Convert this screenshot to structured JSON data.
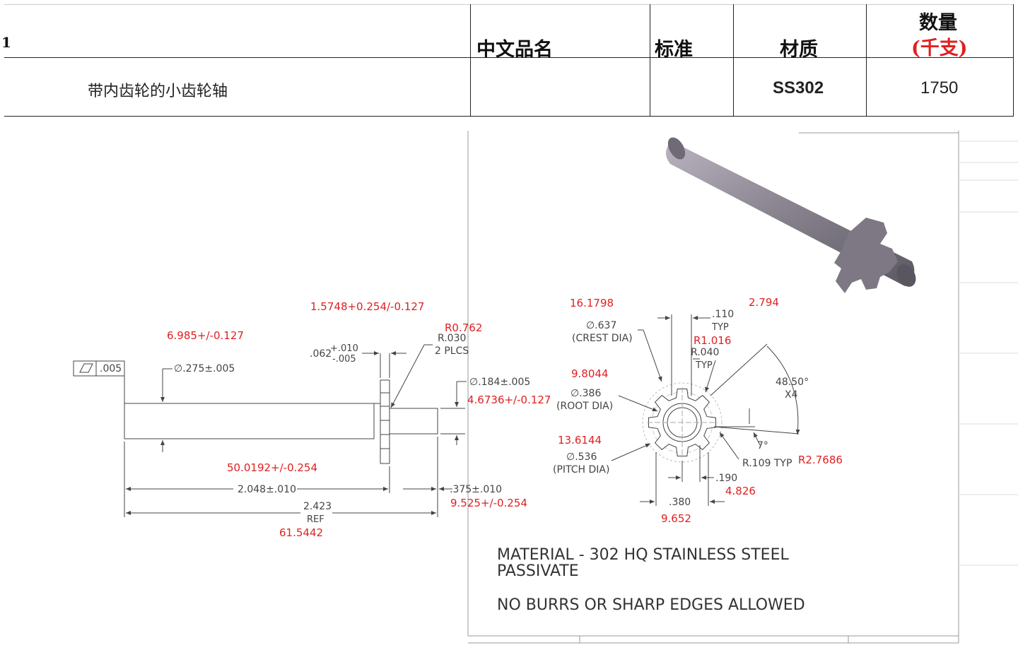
{
  "table": {
    "header": {
      "col1_fragment": "1",
      "cn_name": "中文品名",
      "standard": "标准",
      "material": "材质",
      "qty": "数量",
      "qty_unit": "(千支)"
    },
    "row": {
      "description": "带内齿轮的小齿轮轴",
      "cn_name": "",
      "standard": "",
      "material": "SS302",
      "qty": "1750"
    }
  },
  "drawing": {
    "flatness_value": ".005",
    "shaft_dia": "∅.275±.005",
    "collar_thk_main": ".062",
    "collar_thk_plus": "+.010",
    "collar_thk_minus": "-.005",
    "radius_main": "R.030",
    "radius_plcs": "2 PLCS",
    "end_dia": "∅.184±.005",
    "len_main": "2.048±.010",
    "len_end": ".375±.010",
    "len_total": "2.423",
    "len_total_ref": "REF",
    "crest_dia": "∅.637",
    "crest_label": "(CREST DIA)",
    "root_dia": "∅.386",
    "root_label": "(ROOT DIA)",
    "pitch_dia": "∅.536",
    "pitch_label": "(PITCH DIA)",
    "tooth_w": ".110",
    "tooth_w_typ": "TYP",
    "tip_r": "R.040",
    "tip_r_typ": "TYP",
    "angle": "48.50°",
    "angle_x": "X4",
    "draft": "7°",
    "root_r": "R.109 TYP",
    "dim_190": ".190",
    "dim_380": ".380"
  },
  "annotations": {
    "a1": "1.5748+0.254/-0.127",
    "a2": "R0.762",
    "a3": "6.985+/-0.127",
    "a4": "4.6736+/-0.127",
    "a5": "50.0192+/-0.254",
    "a6": "9.525+/-0.254",
    "a7": "61.5442",
    "a8": "16.1798",
    "a9": "2.794",
    "a10": "R1.016",
    "a11": "9.8044",
    "a12": "13.6144",
    "a13": "R2.7686",
    "a14": "4.826",
    "a15": "9.652"
  },
  "notes": {
    "line1": "MATERIAL - 302 HQ STAINLESS STEEL",
    "line2": "PASSIVATE",
    "line3": "NO BURRS OR SHARP EDGES ALLOWED"
  },
  "colors": {
    "accent_red": "#e02020",
    "line": "#222222",
    "drawing_ink": "#444444",
    "shaft_gray": "#8a8590"
  }
}
